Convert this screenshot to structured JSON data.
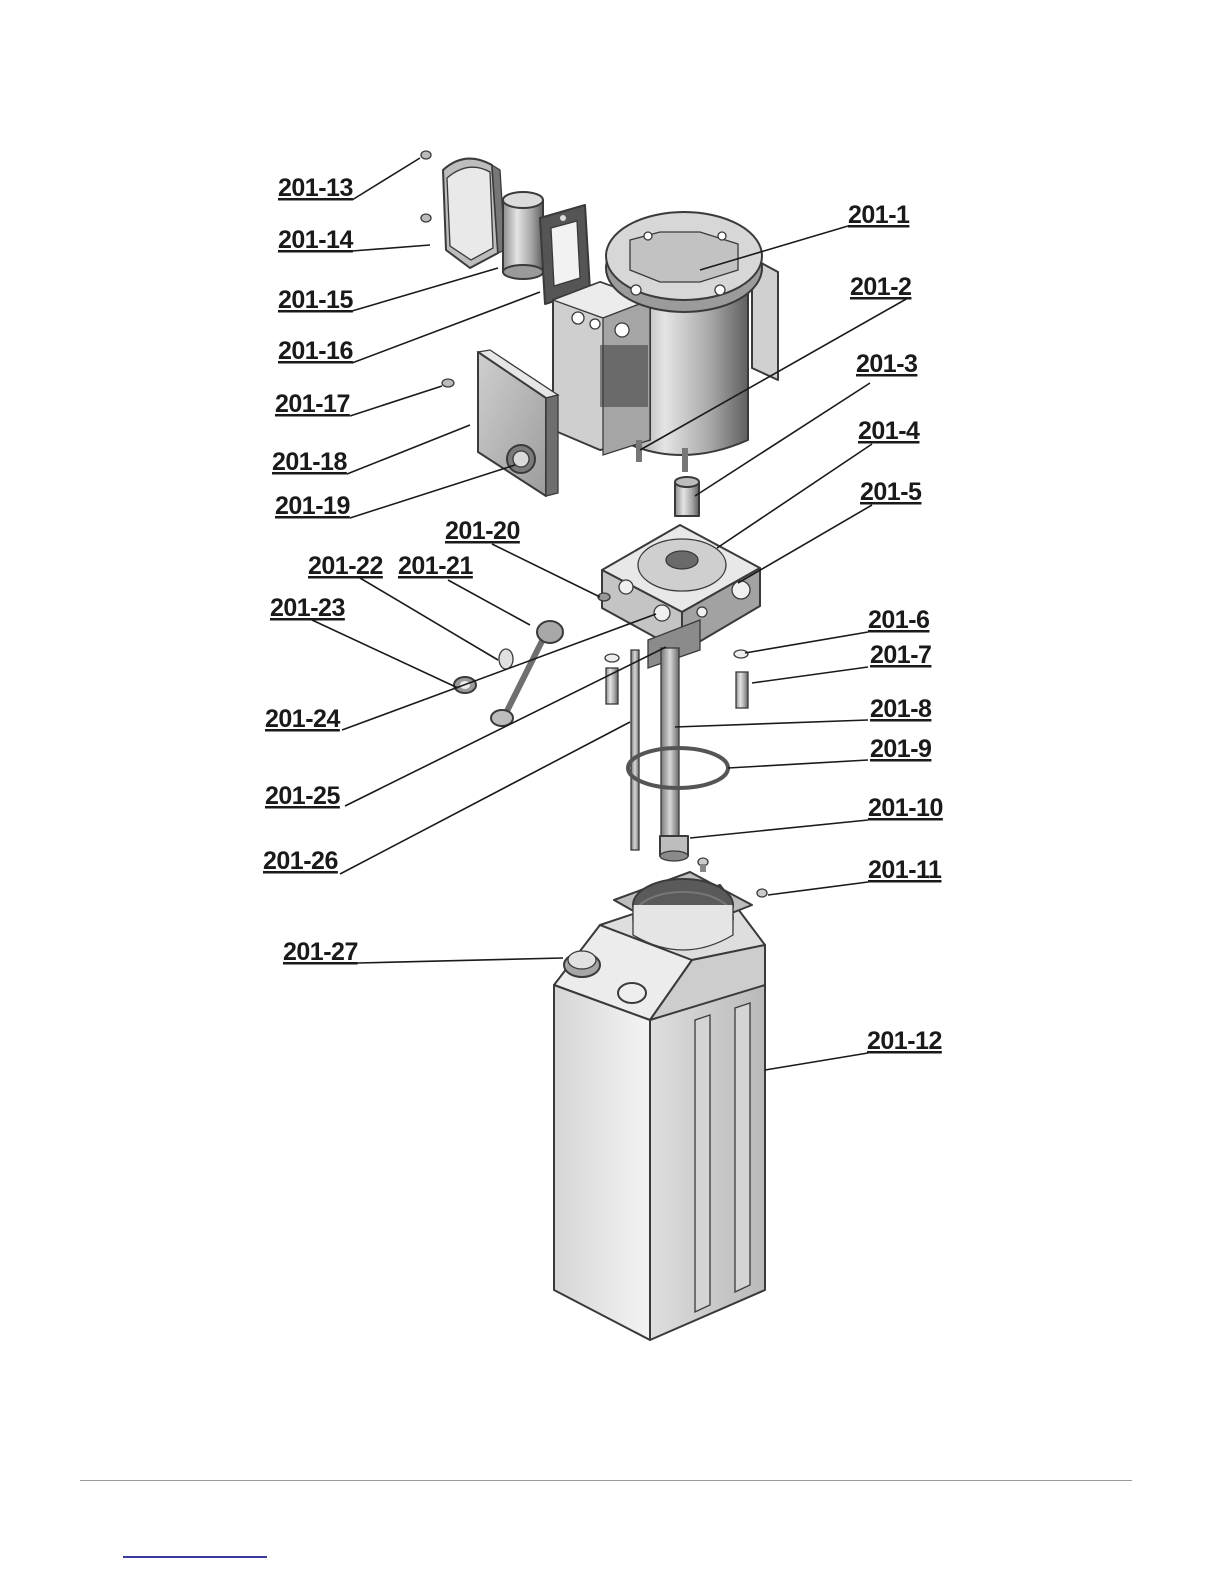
{
  "diagram": {
    "labels": [
      "201-1",
      "201-2",
      "201-3",
      "201-4",
      "201-5",
      "201-6",
      "201-7",
      "201-8",
      "201-9",
      "201-10",
      "201-11",
      "201-12",
      "201-13",
      "201-14",
      "201-15",
      "201-16",
      "201-17",
      "201-18",
      "201-19",
      "201-20",
      "201-21",
      "201-22",
      "201-23",
      "201-24",
      "201-25",
      "201-26",
      "201-27"
    ]
  }
}
